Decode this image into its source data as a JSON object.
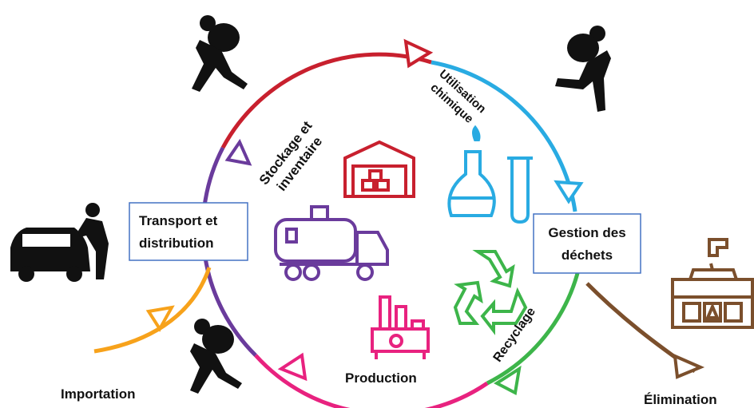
{
  "labels": {
    "stockage": [
      "Stockage et",
      "inventaire"
    ],
    "utilisation": [
      "Utilisation",
      "chimique"
    ],
    "transport": [
      "Transport et",
      "distribution"
    ],
    "gestion": [
      "Gestion des",
      "déchets"
    ],
    "recyclage": "Recyclage",
    "production": "Production",
    "importation": "Importation",
    "elimination": "Élimination"
  },
  "colors": {
    "red": "#c8202e",
    "blue": "#29abe2",
    "green": "#3db54a",
    "pink": "#e8227f",
    "purple": "#6a3b9c",
    "orange": "#f7a21b",
    "brown": "#7b4f2c",
    "box_border": "#4472c4"
  },
  "icons": [
    "thief-icon",
    "thief-icon",
    "thief-icon",
    "car-thief-icon",
    "warehouse-icon",
    "lab-flask-icon",
    "truck-icon",
    "recycle-icon",
    "factory-icon",
    "disposal-icon"
  ]
}
